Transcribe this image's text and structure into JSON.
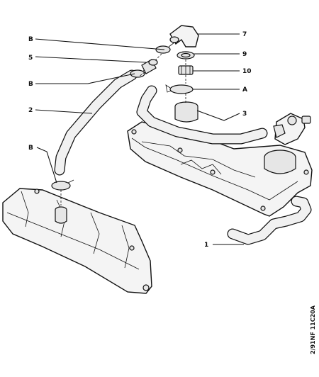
{
  "callouts": [
    {
      "id": "c-B-top",
      "text": "B"
    },
    {
      "id": "c-5",
      "text": "5"
    },
    {
      "id": "c-B-mid",
      "text": "B"
    },
    {
      "id": "c-2",
      "text": "2"
    },
    {
      "id": "c-B-low",
      "text": "B"
    },
    {
      "id": "c-7",
      "text": "7"
    },
    {
      "id": "c-9",
      "text": "9"
    },
    {
      "id": "c-10",
      "text": "10"
    },
    {
      "id": "c-A",
      "text": "A"
    },
    {
      "id": "c-3",
      "text": "3"
    },
    {
      "id": "c-1",
      "text": "1"
    }
  ],
  "reference": "2/91NF 11C20A"
}
